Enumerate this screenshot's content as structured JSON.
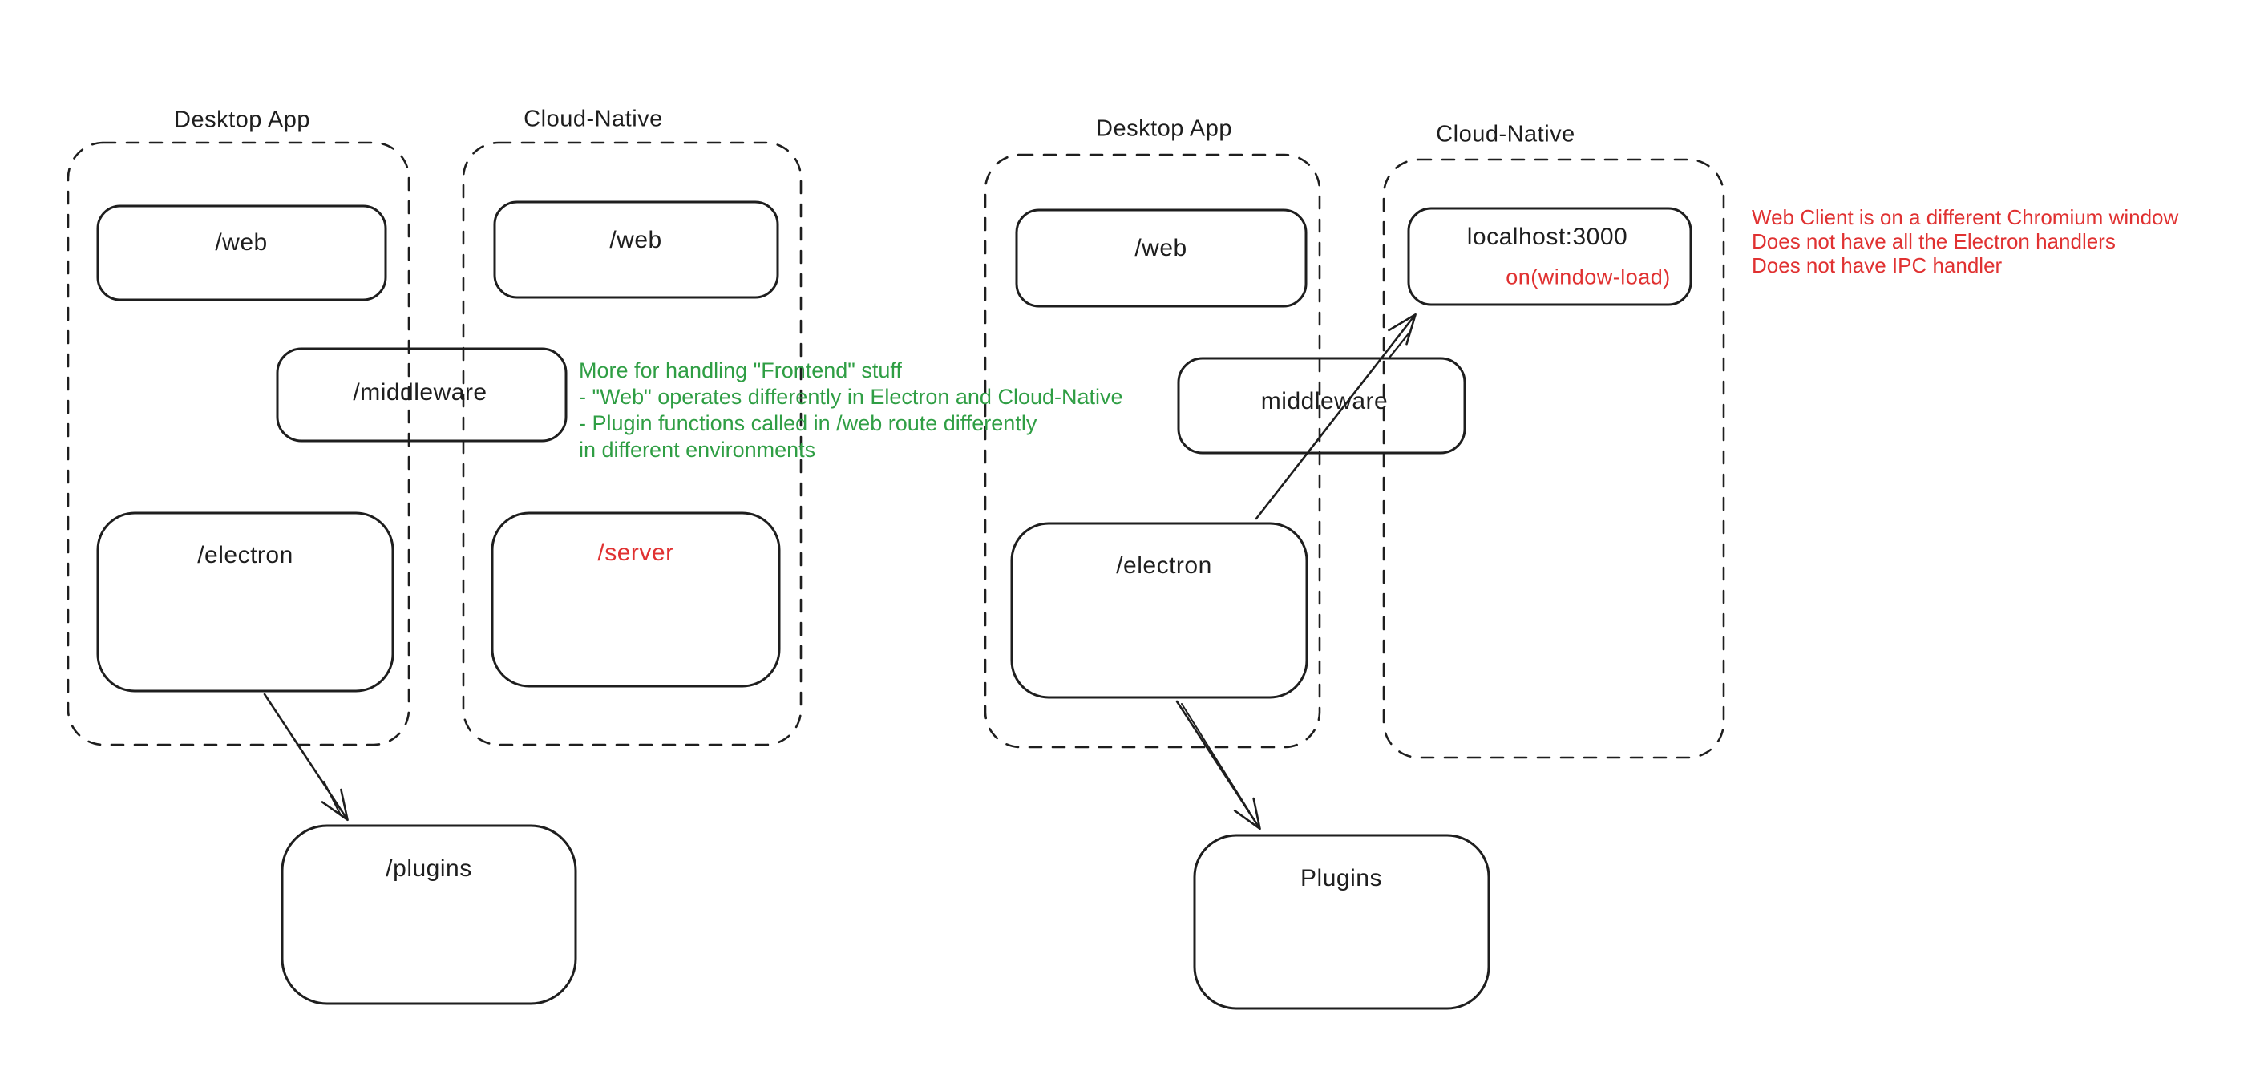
{
  "colors": {
    "ink": "#1e1e1e",
    "green": "#2f9e44",
    "red": "#e03131",
    "background": "#ffffff"
  },
  "left": {
    "desktop_app": {
      "title": "Desktop App",
      "web": "/web",
      "electron": "/electron"
    },
    "cloud_native": {
      "title": "Cloud-Native",
      "web": "/web",
      "server": "/server"
    },
    "middleware": "/middleware",
    "plugins": "/plugins",
    "green_note": {
      "lines": [
        "More for handling \"Frontend\" stuff",
        "- \"Web\" operates differently in Electron and Cloud-Native",
        "- Plugin functions called in /web route differently",
        "in different environments"
      ]
    }
  },
  "right": {
    "desktop_app": {
      "title": "Desktop App",
      "web": "/web",
      "electron": "/electron"
    },
    "cloud_native": {
      "title": "Cloud-Native",
      "localhost": "localhost:3000",
      "window_load": "on(window-load)"
    },
    "middleware": "middleware",
    "plugins": "Plugins",
    "red_note": {
      "lines": [
        "Web Client is on a different Chromium window",
        "Does not have all the Electron handlers",
        "Does not have IPC handler"
      ]
    }
  }
}
